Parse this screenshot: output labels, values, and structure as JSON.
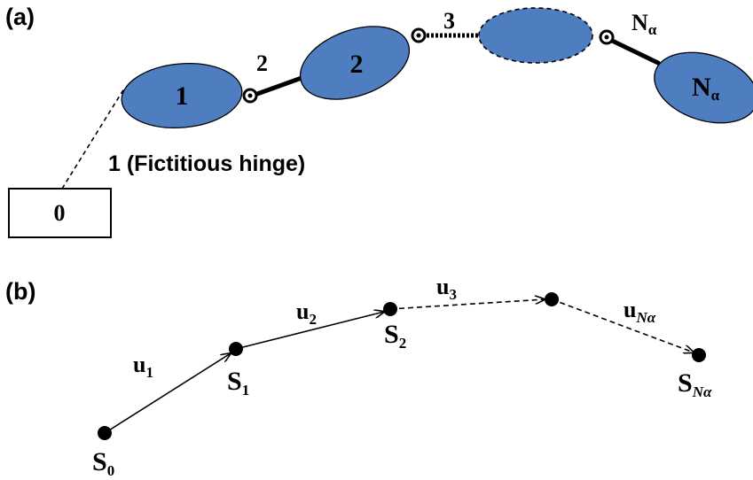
{
  "panel_a": {
    "label": "(a)",
    "base_label": "0",
    "fictitious_hinge_label": "1 (Fictitious hinge)",
    "bodies": [
      {
        "label": "1"
      },
      {
        "label": "2"
      },
      {
        "label": ""
      },
      {
        "label": "N",
        "sub": "α"
      }
    ],
    "hinges": [
      {
        "label": "2"
      },
      {
        "label": "3"
      },
      {
        "label": "N",
        "sub": "α"
      }
    ],
    "body_color": "#4e7ec0"
  },
  "panel_b": {
    "label": "(b)",
    "points": [
      {
        "label": "S",
        "sub": "0"
      },
      {
        "label": "S",
        "sub": "1"
      },
      {
        "label": "S",
        "sub": "2"
      },
      {
        "label": "",
        "sub": ""
      },
      {
        "label": "S",
        "sub": "Nα"
      }
    ],
    "vectors": [
      {
        "label": "u",
        "sub": "1"
      },
      {
        "label": "u",
        "sub": "2"
      },
      {
        "label": "u",
        "sub": "3"
      },
      {
        "label": "u",
        "sub": "Nα"
      }
    ]
  }
}
